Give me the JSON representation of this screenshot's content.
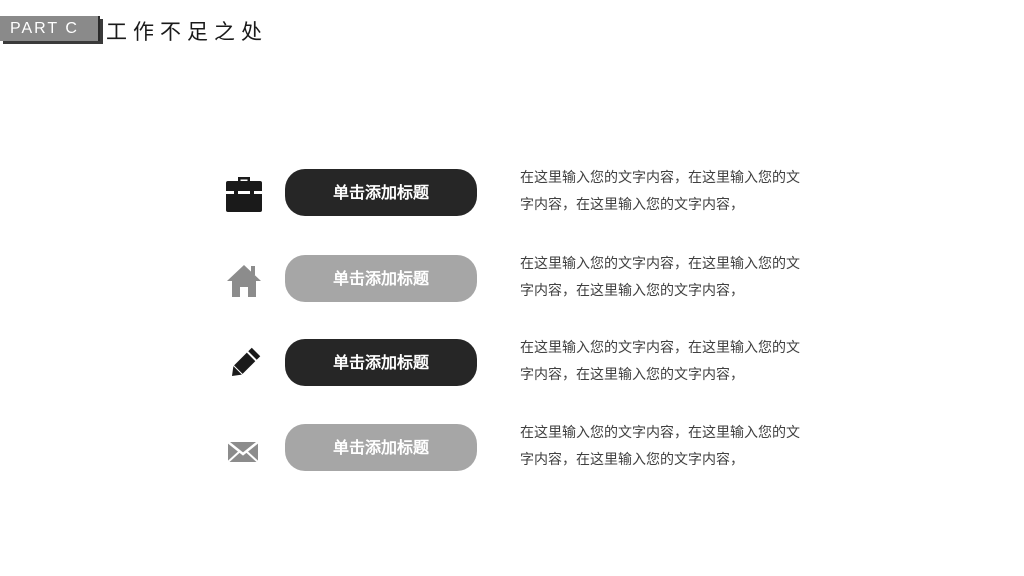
{
  "header": {
    "part_label": "PART C",
    "title": "工作不足之处"
  },
  "items": [
    {
      "icon": "briefcase-icon",
      "title": "单击添加标题",
      "style": "dark",
      "line1": "在这里输入您的文字内容，在这里输入您的文",
      "line2": "字内容，在这里输入您的文字内容，"
    },
    {
      "icon": "house-icon",
      "title": "单击添加标题",
      "style": "light",
      "line1": "在这里输入您的文字内容，在这里输入您的文",
      "line2": "字内容，在这里输入您的文字内容，"
    },
    {
      "icon": "pencil-icon",
      "title": "单击添加标题",
      "style": "dark",
      "line1": "在这里输入您的文字内容，在这里输入您的文",
      "line2": "字内容，在这里输入您的文字内容，"
    },
    {
      "icon": "envelope-icon",
      "title": "单击添加标题",
      "style": "light",
      "line1": "在这里输入您的文字内容，在这里输入您的文",
      "line2": "字内容，在这里输入您的文字内容，"
    }
  ],
  "colors": {
    "dark": "#262626",
    "light": "#a6a6a6",
    "badge": "#8a8a8a"
  }
}
